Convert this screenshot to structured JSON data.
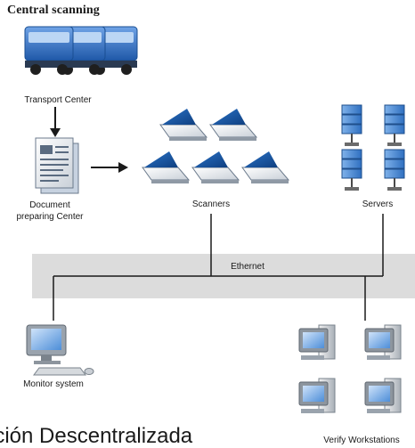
{
  "title": "Central scanning",
  "nodes": {
    "transport": "Transport Center",
    "document_line1": "Document",
    "document_line2": "preparing Center",
    "scanners": "Scanners",
    "servers": "Servers",
    "ethernet": "Ethernet",
    "monitor": "Monitor system",
    "verify": "Verify Workstations"
  },
  "footer_text": "ación Descentralizada",
  "colors": {
    "ethernet_band": "#dcdcdc",
    "truck_blue": "#2f6fc0",
    "scanner_blue": "#1c5fb0",
    "server_blue": "#4f8fd6",
    "lines": "#1a1a1a"
  },
  "icons": [
    "truck-icon",
    "document-icon",
    "scanner-icon",
    "server-icon",
    "monitor-icon",
    "workstation-icon",
    "arrow-icon"
  ]
}
